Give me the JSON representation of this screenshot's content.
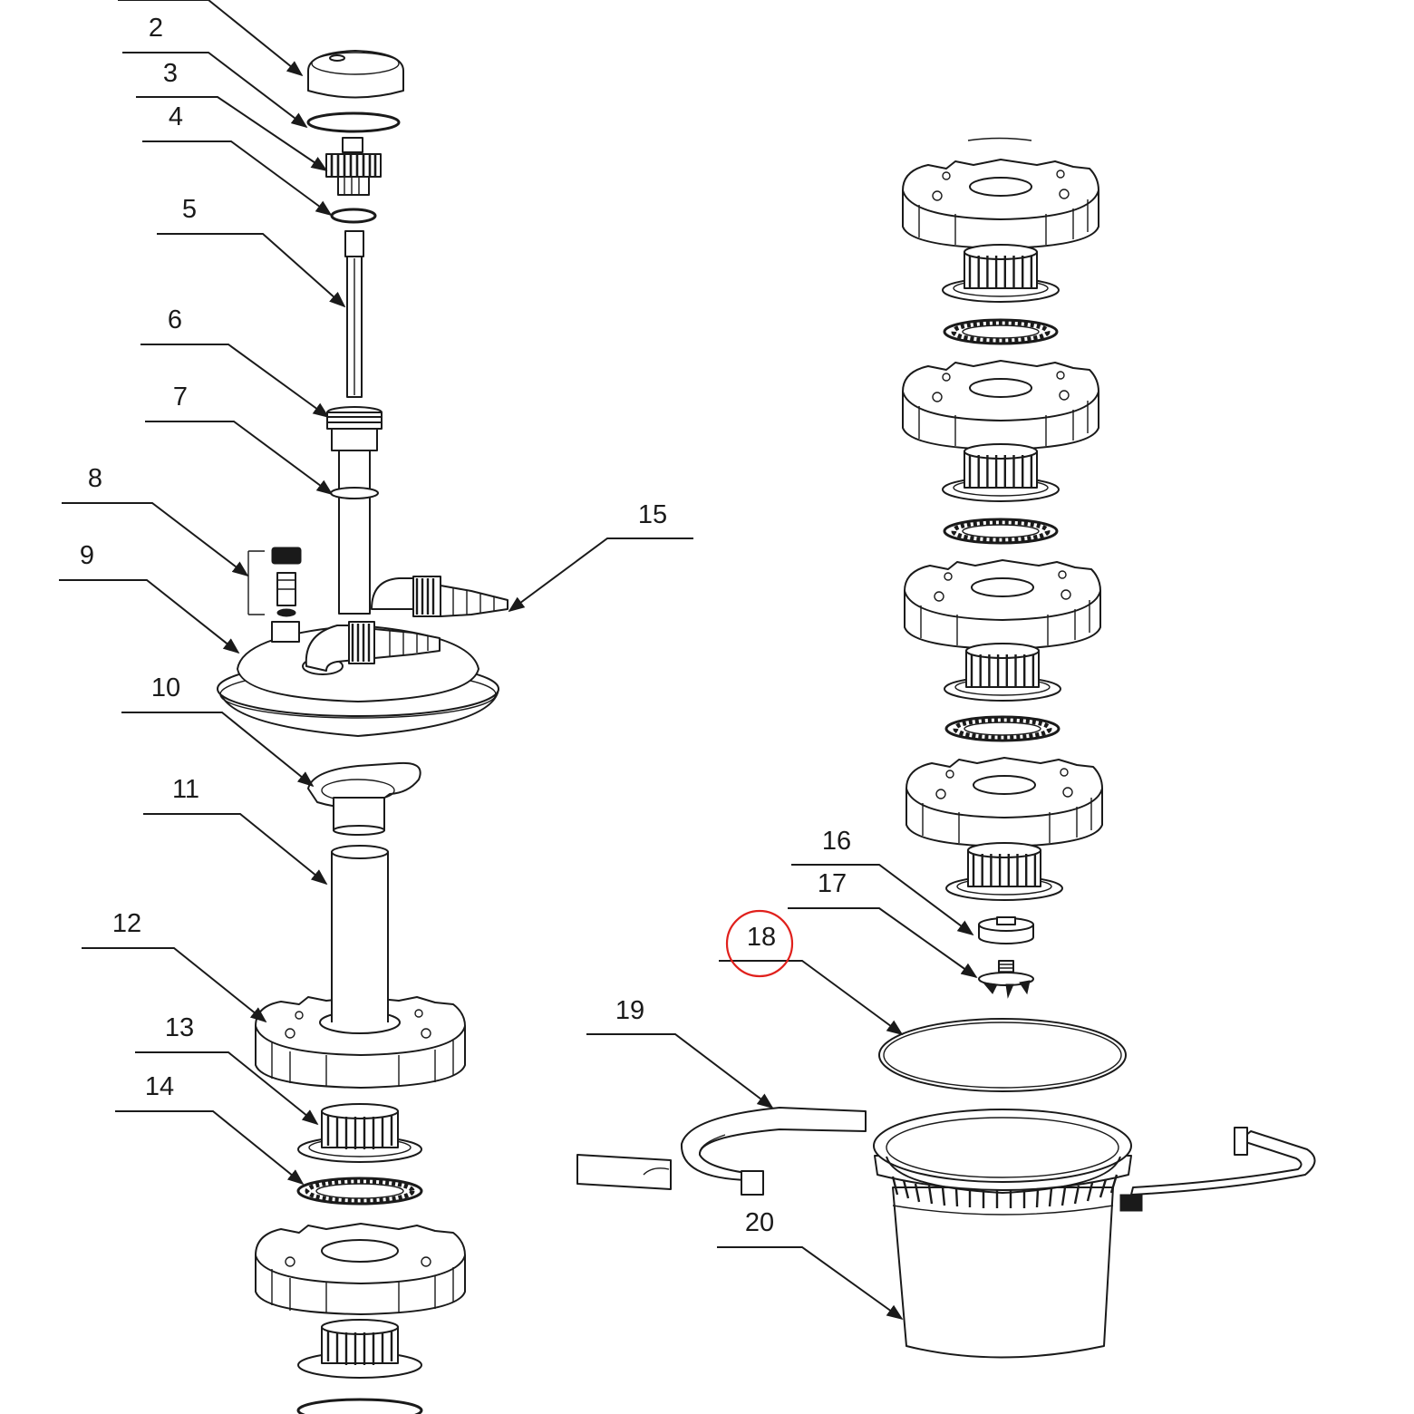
{
  "labels": [
    "2",
    "3",
    "4",
    "5",
    "6",
    "7",
    "8",
    "9",
    "10",
    "11",
    "12",
    "13",
    "14",
    "15",
    "16",
    "17",
    "18",
    "19",
    "20"
  ],
  "highlighted_label": "18",
  "colors": {
    "line": "#1a1a1a",
    "highlight": "#e0201c",
    "background": "#ffffff"
  }
}
